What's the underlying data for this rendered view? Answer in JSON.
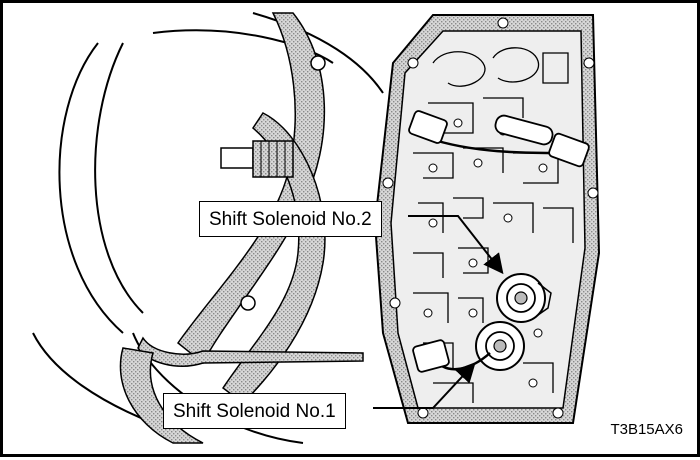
{
  "callouts": {
    "solenoid_2": "Shift Solenoid No.2",
    "solenoid_1": "Shift Solenoid No.1"
  },
  "figure_code": "T3B15AX6"
}
